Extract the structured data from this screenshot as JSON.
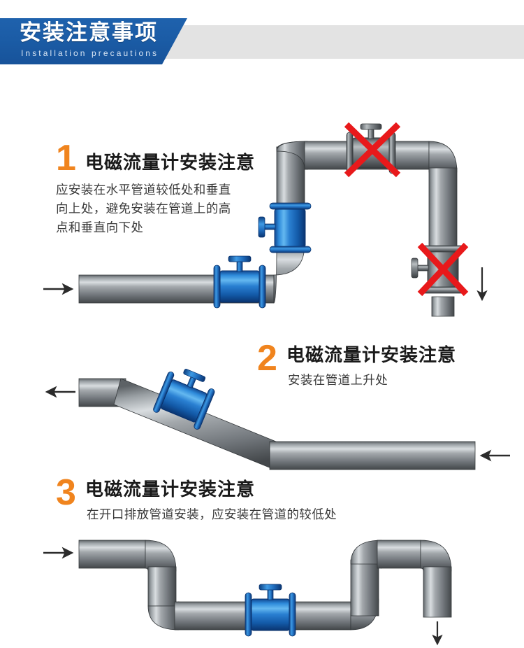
{
  "banner": {
    "title": "安装注意事项",
    "subtitle": "Installation precautions",
    "blue_color": "#1b5ca6",
    "gray_color": "#e3e3e3"
  },
  "accent_color": "#f0841e",
  "sections": [
    {
      "number": "1",
      "heading": "电磁流量计安装注意",
      "body": "应安装在水平管道较低处和垂直\n向上处，避免安装在管道上的高\n点和垂直向下处",
      "body_lines": [
        "应安装在水平管道较低处和垂直",
        "向上处，避免安装在管道上的高",
        "点和垂直向下处"
      ]
    },
    {
      "number": "2",
      "heading": "电磁流量计安装注意",
      "body": "安装在管道上升处",
      "body_lines": [
        "安装在管道上升处"
      ]
    },
    {
      "number": "3",
      "heading": "电磁流量计安装注意",
      "body": "在开口排放管道安装，应安装在管道的较低处",
      "body_lines": [
        "在开口排放管道安装，应安装在管道的较低处"
      ]
    }
  ],
  "diagrams": [
    {
      "id": "diagram-1",
      "caption_number": "1",
      "flowmeters": [
        {
          "name": "horizontal-flowmeter-inlet",
          "state": "approved",
          "orientation": "horizontal",
          "color": "#1f7ad4"
        },
        {
          "name": "vertical-flowmeter-rising",
          "state": "approved",
          "orientation": "vertical",
          "color": "#1f7ad4"
        },
        {
          "name": "horizontal-flowmeter-high-point",
          "state": "rejected",
          "orientation": "horizontal",
          "color": "#8a8f93"
        },
        {
          "name": "vertical-flowmeter-downflow",
          "state": "rejected",
          "orientation": "vertical",
          "color": "#8a8f93"
        }
      ],
      "reject_mark_color": "#e8191b",
      "arrows": [
        {
          "name": "flow-arrow-inlet",
          "direction": "right"
        },
        {
          "name": "flow-arrow-outlet",
          "direction": "down"
        }
      ]
    },
    {
      "id": "diagram-2",
      "caption_number": "2",
      "flowmeters": [
        {
          "name": "inclined-flowmeter-rising",
          "state": "approved",
          "orientation": "inclined",
          "color": "#1f7ad4"
        }
      ],
      "arrows": [
        {
          "name": "flow-arrow-outlet",
          "direction": "left"
        },
        {
          "name": "flow-arrow-inlet",
          "direction": "left"
        }
      ]
    },
    {
      "id": "diagram-3",
      "caption_number": "3",
      "flowmeters": [
        {
          "name": "horizontal-flowmeter-low-point",
          "state": "approved",
          "orientation": "horizontal",
          "color": "#1f7ad4"
        }
      ],
      "arrows": [
        {
          "name": "flow-arrow-inlet",
          "direction": "right"
        },
        {
          "name": "flow-arrow-discharge",
          "direction": "down"
        }
      ]
    }
  ],
  "palette": {
    "pipe_dark": "#3f4346",
    "pipe_mid": "#8d9296",
    "pipe_light": "#d6dadd",
    "meter_dark": "#0b3f86",
    "meter_mid": "#1f7ad4",
    "meter_light": "#5fb3ef",
    "gray_meter_dark": "#4c5154",
    "gray_meter_mid": "#9aa0a4",
    "arrow": "#2b2b2b"
  }
}
